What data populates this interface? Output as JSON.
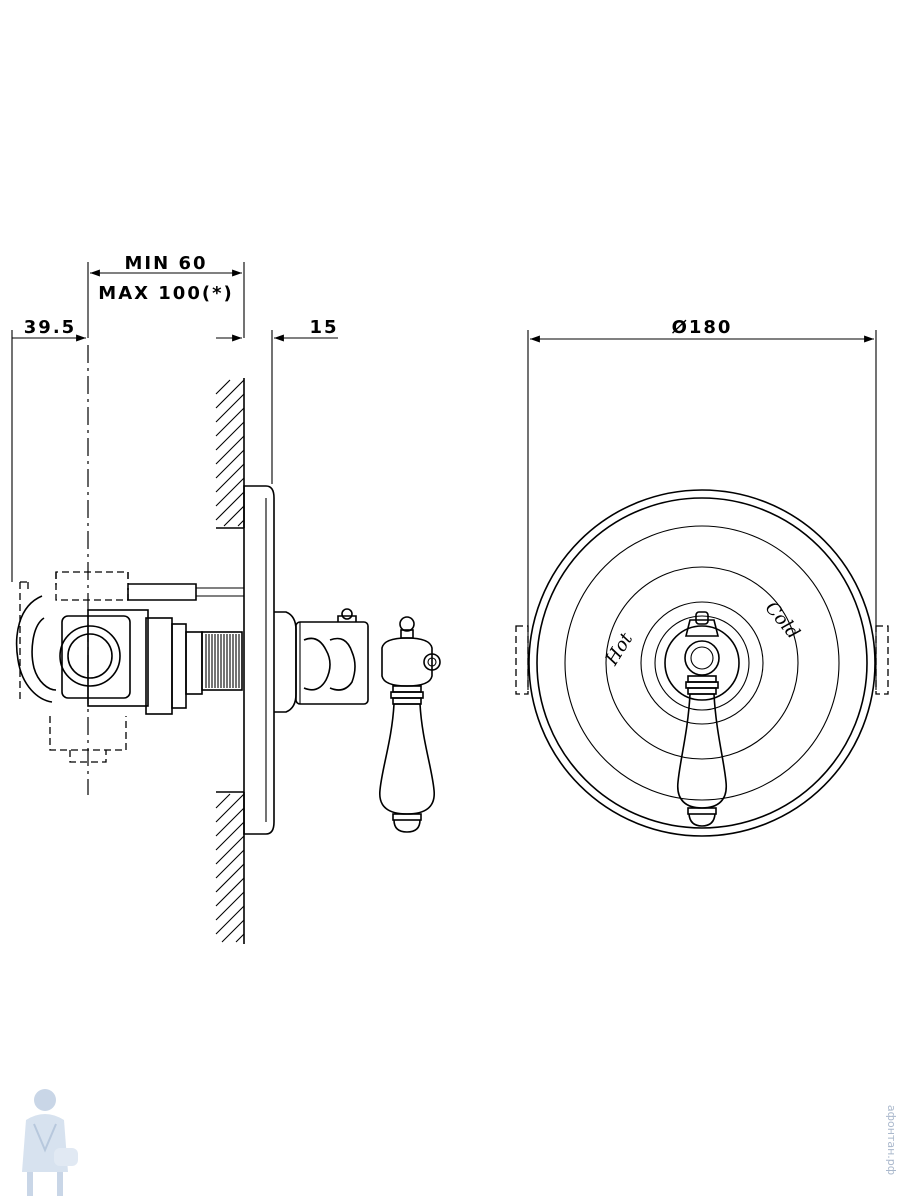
{
  "dimensions": {
    "min_depth": "MIN 60",
    "max_depth": "MAX 100(*)",
    "offset_left": "39.5",
    "plate_offset": "15",
    "diameter": "Ø180"
  },
  "faceplate_labels": {
    "hot": "Hot",
    "cold": "Cold"
  },
  "watermark": {
    "text": "афонтан.рф",
    "color": "#aab8cc"
  }
}
